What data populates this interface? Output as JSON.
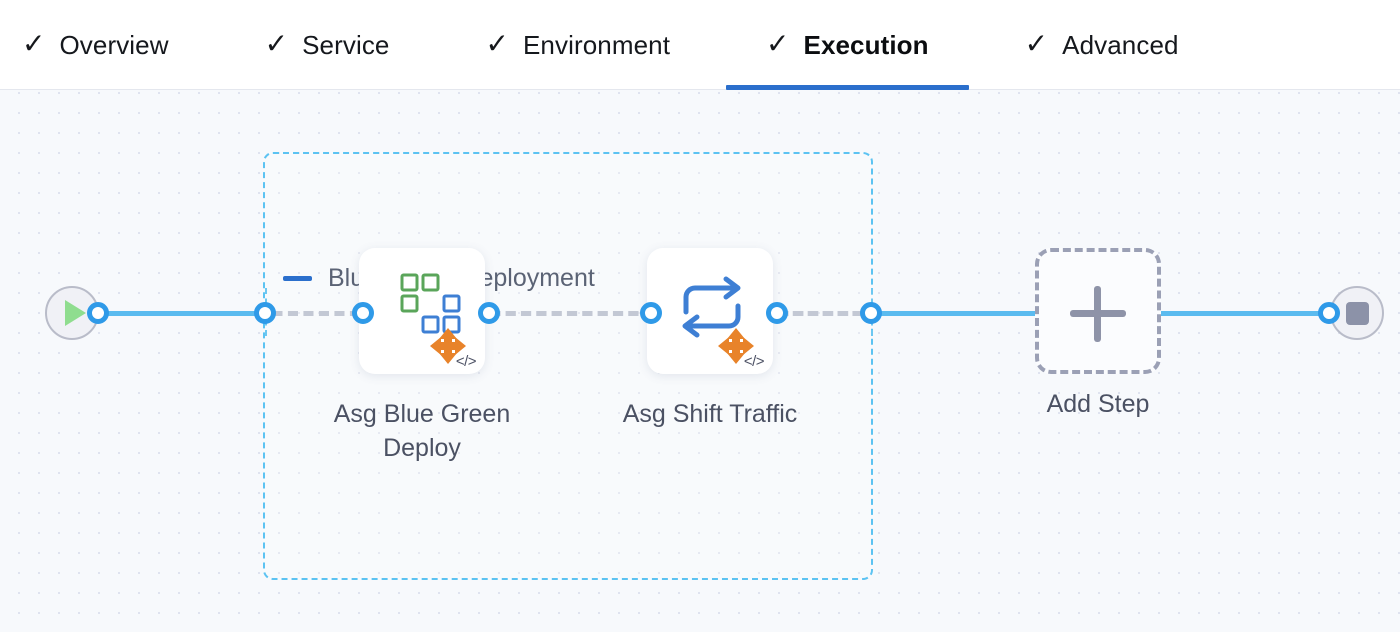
{
  "tabs": [
    {
      "label": "Overview",
      "icon": "check-icon",
      "active": false
    },
    {
      "label": "Service",
      "icon": "check-icon",
      "active": false
    },
    {
      "label": "Environment",
      "icon": "check-icon",
      "active": false
    },
    {
      "label": "Execution",
      "icon": "check-icon",
      "active": true
    },
    {
      "label": "Advanced",
      "icon": "check-icon",
      "active": false
    }
  ],
  "tab_check_glyph": "✓",
  "canvas": {
    "start_node": {
      "name": "start-node",
      "icon": "play-icon"
    },
    "end_node": {
      "name": "end-node",
      "icon": "stop-icon"
    },
    "group": {
      "title": "Blue Green Deployment",
      "collapse_icon": "minus-icon",
      "steps": [
        {
          "label": "Asg Blue Green Deploy",
          "icon": "asg-blue-green-deploy-icon",
          "badge": "code-glyph",
          "badge_text": "</>"
        },
        {
          "label": "Asg Shift Traffic",
          "icon": "asg-shift-traffic-icon",
          "badge": "code-glyph",
          "badge_text": "</>"
        }
      ]
    },
    "add_step": {
      "label": "Add Step",
      "icon": "plus-icon"
    }
  },
  "colors": {
    "accent_blue": "#2b6fcc",
    "edge_blue": "#5bbbef",
    "port_blue": "#2f9ae8",
    "group_border": "#5cc3f2",
    "edge_dashed": "#c3c8d4",
    "canvas_bg": "#f7f9fc",
    "text_gray": "#4b5163",
    "icon_green": "#5aa55a",
    "icon_blue": "#3e7fd4",
    "icon_orange": "#e8832a"
  }
}
